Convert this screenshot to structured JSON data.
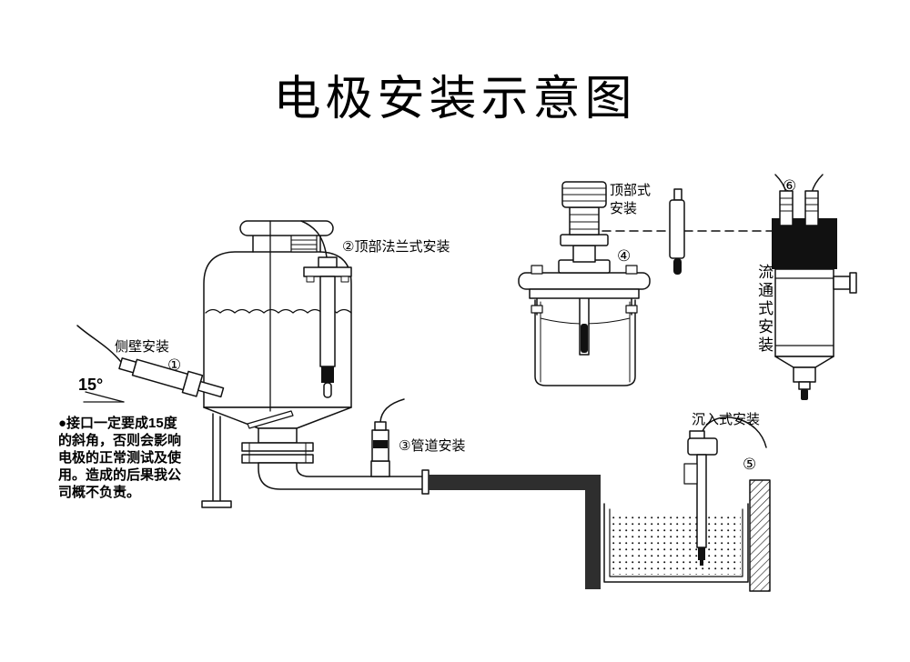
{
  "title": "电极安装示意图",
  "warning_note": "●接口一定要成15度\n的斜角，否则会影响\n电极的正常测试及使\n用。造成的后果我公\n司概不负责。",
  "labels": {
    "side_wall": "侧壁安装",
    "side_wall_num": "①",
    "angle": "15°",
    "top_flange": "②顶部法兰式安装",
    "pipeline": "③管道安装",
    "top_mount": "顶部式\n安装",
    "top_mount_num": "④",
    "immersion": "沉入式安装",
    "immersion_num": "⑤",
    "flow_through": "流通式安装",
    "flow_through_num": "⑥"
  },
  "colors": {
    "ink": "#111111",
    "pipe_dark": "#2e2e2e",
    "paper": "#ffffff"
  }
}
